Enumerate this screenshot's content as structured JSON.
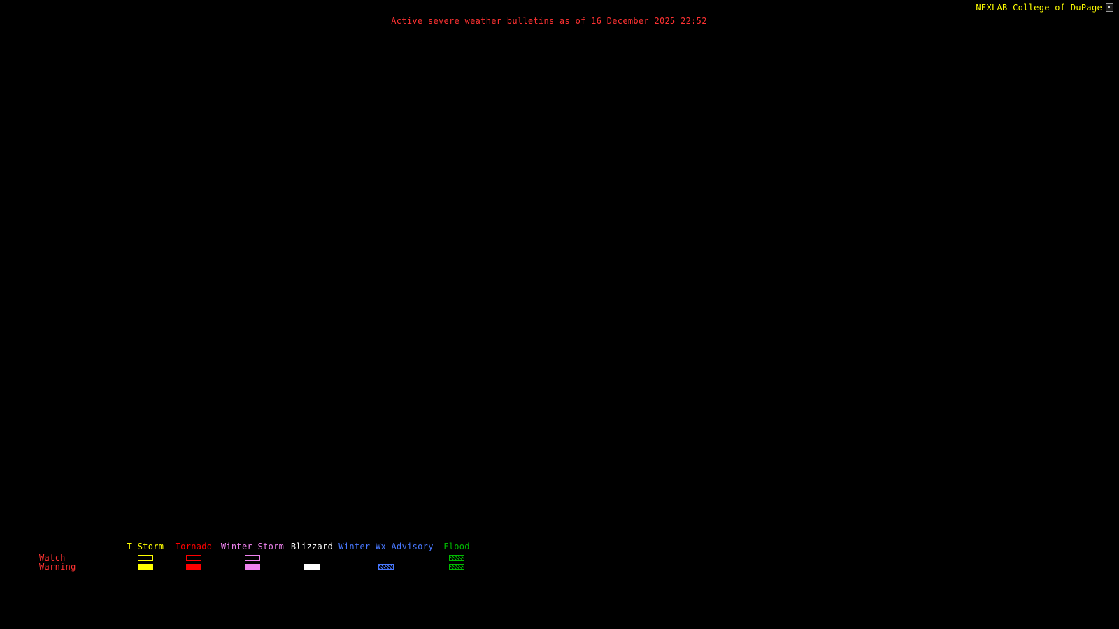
{
  "header": {
    "brand": "NEXLAB-College of DuPage",
    "brand_color": "#ffff00",
    "title": "Active severe weather bulletins as of 16 December 2025 22:52",
    "title_color": "#ff3232"
  },
  "map": {
    "background_color": "#000000"
  },
  "legend": {
    "label_color": "#ff3232",
    "rows": [
      "Watch",
      "Warning"
    ],
    "categories": [
      {
        "name": "T-Storm",
        "color": "#ffff00",
        "watch": "outline",
        "warning": "fill"
      },
      {
        "name": "Tornado",
        "color": "#ff0000",
        "watch": "outline",
        "warning": "fill"
      },
      {
        "name": "Winter Storm",
        "color": "#ee82ee",
        "watch": "outline",
        "warning": "fill"
      },
      {
        "name": "Blizzard",
        "color": "#ffffff",
        "watch": "none",
        "warning": "fill"
      },
      {
        "name": "Winter Wx Advisory",
        "color": "#4878ff",
        "watch": "none",
        "warning": "hatch"
      },
      {
        "name": "Flood",
        "color": "#00bb00",
        "watch": "hatch",
        "warning": "hatch"
      }
    ]
  },
  "icons": {
    "corner_icon": "broken-image"
  }
}
